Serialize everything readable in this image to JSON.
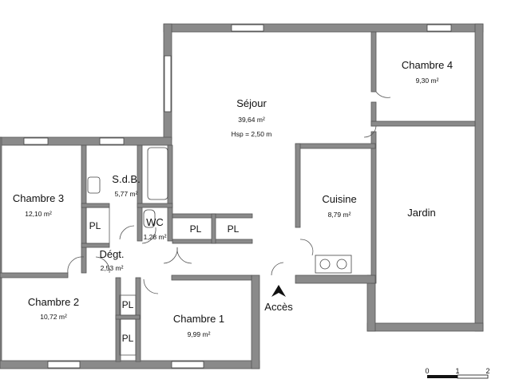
{
  "plan": {
    "rooms": {
      "sejour": {
        "name": "Séjour",
        "area": "39,64 m²",
        "hsp": "Hsp = 2,50 m"
      },
      "chambre4": {
        "name": "Chambre 4",
        "area": "9,30 m²"
      },
      "chambre3": {
        "name": "Chambre 3",
        "area": "12,10 m²"
      },
      "sdb": {
        "name": "S.d.B.",
        "area": "5,77 m²"
      },
      "wc": {
        "name": "WC",
        "area": "1,28 m²"
      },
      "cuisine": {
        "name": "Cuisine",
        "area": "8,79 m²"
      },
      "jardin": {
        "name": "Jardin"
      },
      "degt": {
        "name": "Dégt.",
        "area": "2,53 m²"
      },
      "chambre2": {
        "name": "Chambre 2",
        "area": "10,72 m²"
      },
      "chambre1": {
        "name": "Chambre 1",
        "area": "9,99 m²"
      }
    },
    "storage_label": "PL",
    "access_label": "Accès",
    "scale": {
      "ticks": [
        "0",
        "1",
        "2"
      ]
    },
    "colors": {
      "wall": "#888888",
      "wall_edge": "#555555",
      "line": "#333333"
    }
  }
}
